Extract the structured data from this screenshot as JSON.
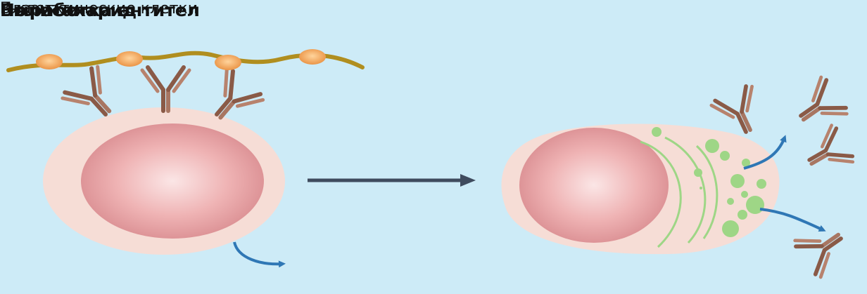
{
  "left_panel": {
    "title": "Полисахарид",
    "caption": "В-клетки"
  },
  "right_panel": {
    "title": "Выработка антител",
    "caption": "Плазматические клетки"
  },
  "colors": {
    "background": "#cdebf7",
    "cell_cytoplasm": "#f6ddd6",
    "nucleus": "#e9a3a6",
    "antibody": "#9b6a55",
    "polysaccharide_strand": "#b08e1f",
    "antigen_bead": "#f0a860",
    "granule": "#9ed686",
    "secretion_arrow": "#2f77b5",
    "process_arrow": "#3f4b5e"
  }
}
